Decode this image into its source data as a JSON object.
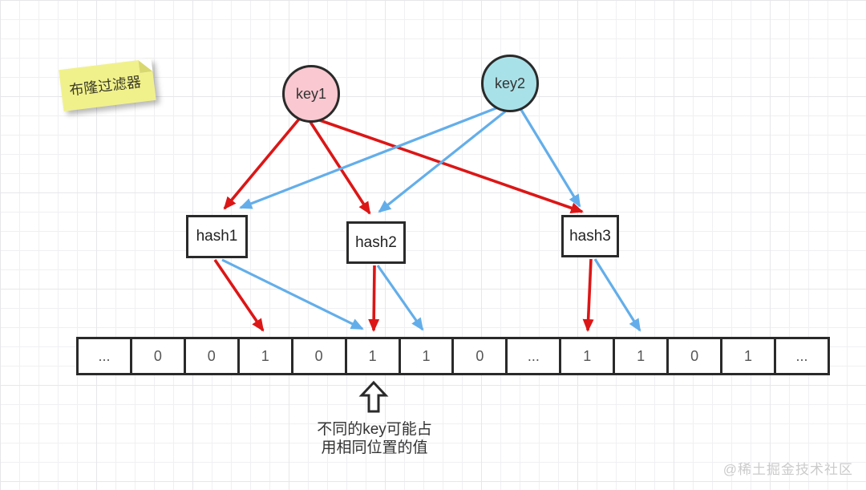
{
  "note": {
    "label": "布隆过滤器"
  },
  "keys": [
    {
      "label": "key1"
    },
    {
      "label": "key2"
    }
  ],
  "hashes": [
    {
      "label": "hash1"
    },
    {
      "label": "hash2"
    },
    {
      "label": "hash3"
    }
  ],
  "bitmap": {
    "cells": [
      "...",
      "0",
      "0",
      "1",
      "0",
      "1",
      "1",
      "0",
      "...",
      "1",
      "1",
      "0",
      "1",
      "..."
    ]
  },
  "annotation": {
    "line1": "不同的key可能占",
    "line2": "用相同位置的值"
  },
  "watermark": "@稀土掘金技术社区",
  "colors": {
    "key1_arrow": "#dc1616",
    "key2_arrow": "#63aeea",
    "key1_fill": "#f9c8d0",
    "key2_fill": "#a9e1e8",
    "note_bg": "#f1f18c",
    "outline": "#2a2a2a"
  }
}
